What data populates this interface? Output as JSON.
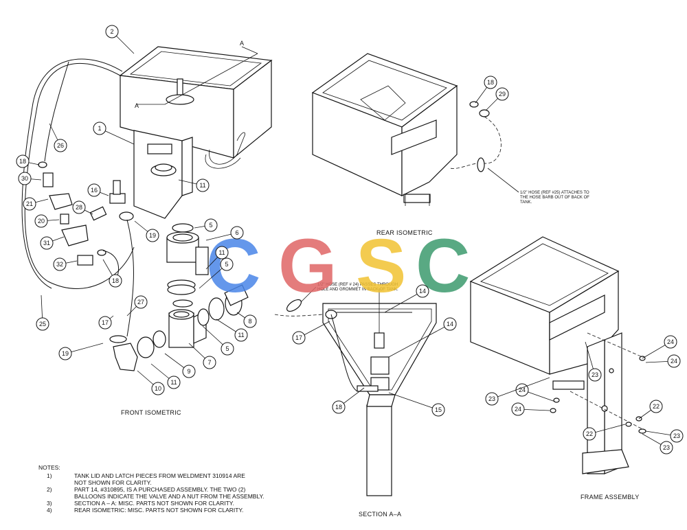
{
  "views": {
    "front": "FRONT ISOMETRIC",
    "rear": "REAR ISOMETRIC",
    "section": "SECTION A–A",
    "frame": "FRAME ASSEMBLY"
  },
  "section_markers": [
    "A",
    "A"
  ],
  "callouts": {
    "rear_hose": [
      "1/2\" HOSE (REF #25) ATTACHES TO",
      "THE HOSE BARB OUT OF BACK OF",
      "TANK."
    ],
    "section_hose": [
      "1/2\" HOSE (REF # 24) PASSES THROUGH",
      "HOLE AND GROMMET IN BACK OF TANK."
    ]
  },
  "notes": {
    "heading": "NOTES:",
    "items": [
      {
        "num": "1)",
        "lines": [
          "TANK LID AND LATCH PIECES FROM WELDMENT 310914 ARE",
          "NOT SHOWN FOR CLARITY."
        ]
      },
      {
        "num": "2)",
        "lines": [
          "PART 14, #310895, IS A PURCHASED ASSEMBLY.  THE TWO (2)",
          "BALLOONS INDICATE THE VALVE AND A NUT FROM THE ASSEMBLY."
        ]
      },
      {
        "num": "3)",
        "lines": [
          "SECTION A – A:  MISC. PARTS NOT SHOWN FOR CLARITY."
        ]
      },
      {
        "num": "4)",
        "lines": [
          "REAR ISOMETRIC:  MISC. PARTS NOT SHOWN FOR CLARITY."
        ]
      }
    ]
  },
  "balloons": {
    "front": [
      "2",
      "1",
      "26",
      "18",
      "30",
      "21",
      "16",
      "28",
      "20",
      "31",
      "32",
      "19",
      "11",
      "5",
      "6",
      "11",
      "5",
      "18",
      "27",
      "25",
      "19",
      "7",
      "5",
      "11",
      "8",
      "9",
      "11",
      "10",
      "17"
    ],
    "rear": [
      "18",
      "29"
    ],
    "section": [
      "14",
      "14",
      "17",
      "18",
      "15"
    ],
    "frame": [
      "24",
      "24",
      "23",
      "24",
      "24",
      "23",
      "22",
      "22",
      "23",
      "23"
    ]
  },
  "watermark": {
    "letters": [
      "C",
      "G",
      "S",
      "C"
    ],
    "colors": [
      "#4a86e8",
      "#e06666",
      "#f1c232",
      "#3d9b6e"
    ]
  }
}
